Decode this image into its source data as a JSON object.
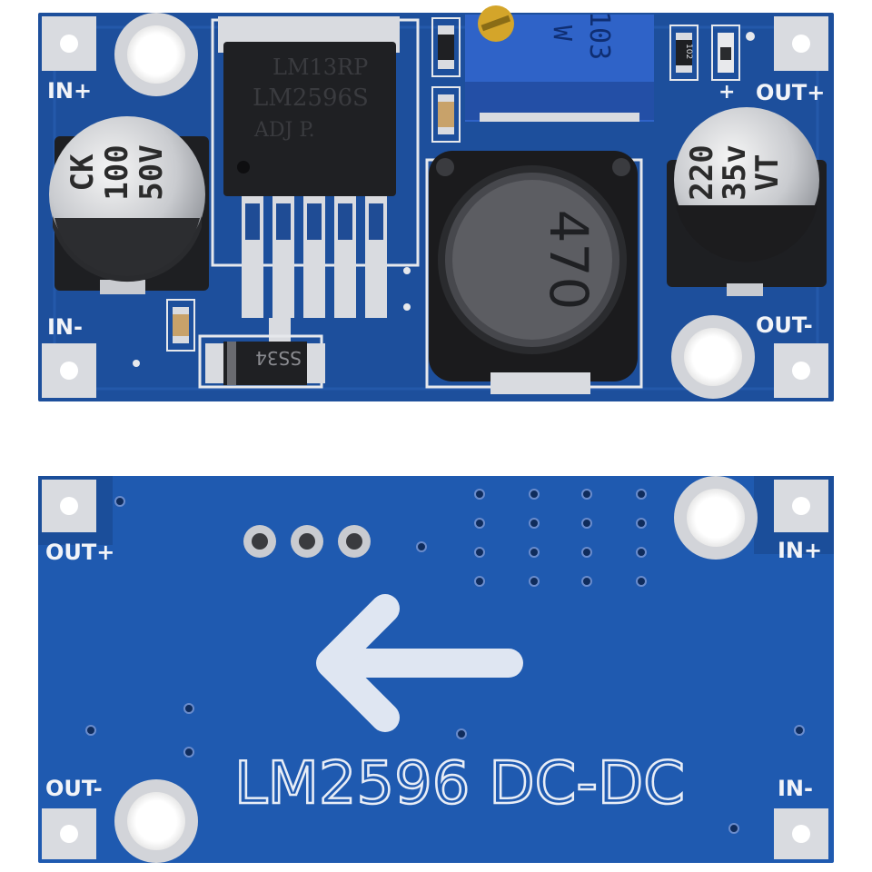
{
  "colors": {
    "pcb_blue": "#1d4f9c",
    "pcb_dark": "#163f82",
    "pad_silver": "#d9dbe0",
    "silkscreen": "#f2f4f8",
    "component_black": "#1c1c1e",
    "trimmer_blue": "#2f63c8"
  },
  "top_board": {
    "labels": {
      "in_plus": "IN+",
      "in_minus": "IN-",
      "out_plus": "OUT+",
      "out_minus": "OUT-",
      "plus_mark": "+"
    },
    "ic_marking": {
      "line1": "LM13RP",
      "line2": "LM2596S",
      "line3": "ADJ  P."
    },
    "input_capacitor": {
      "line1": "CK",
      "line2": "100",
      "line3": "50V"
    },
    "output_capacitor": {
      "line1": "220",
      "line2": "35v",
      "line3": "VT"
    },
    "inductor_marking": "470",
    "diode_marking": "SS34",
    "trimmer_marking": "103",
    "trimmer_prefix": "W",
    "smd_marking": "102"
  },
  "bottom_board": {
    "labels": {
      "out_plus": "OUT+",
      "out_minus": "OUT-",
      "in_plus": "IN+",
      "in_minus": "IN-"
    },
    "board_text": "LM2596 DC-DC",
    "arrow_icon": "left-arrow-icon"
  }
}
